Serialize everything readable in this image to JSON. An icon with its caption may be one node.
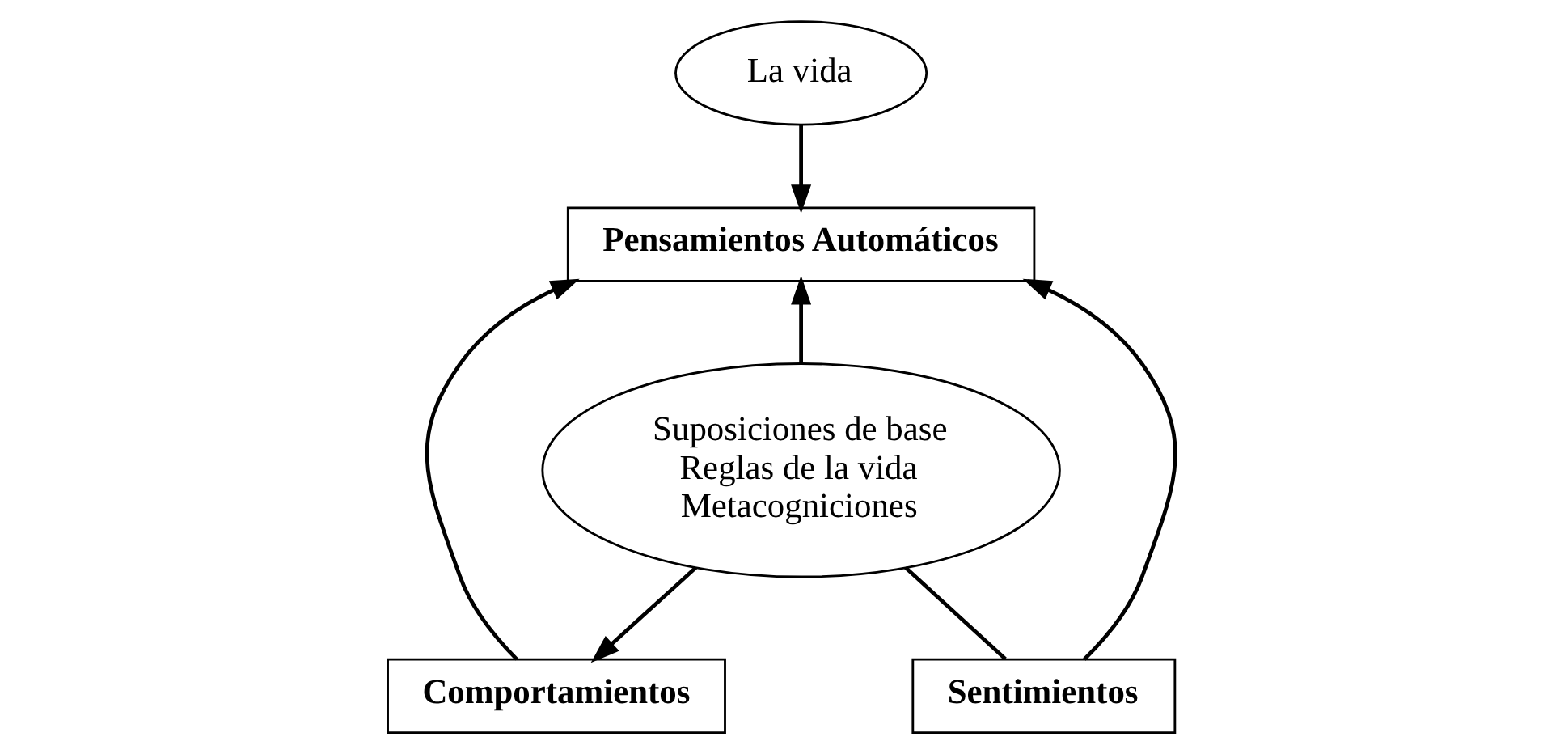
{
  "diagram": {
    "nodes": [
      {
        "text": [
          "La vida"
        ]
      },
      {
        "text": [
          "Pensamientos Automáticos"
        ]
      },
      {
        "text": [
          "Suposiciones de base",
          "Reglas de la vida",
          "Metacogniciones"
        ]
      },
      {
        "text": [
          "Comportamientos"
        ]
      },
      {
        "text": [
          "Sentimientos"
        ]
      }
    ],
    "edges": [
      {
        "from": 0,
        "to": 1,
        "arrow": "to"
      },
      {
        "from": 2,
        "to": 1,
        "arrow": "to"
      },
      {
        "from": 3,
        "to": 1,
        "arrow": "to"
      },
      {
        "from": 4,
        "to": 1,
        "arrow": "to"
      },
      {
        "from": 2,
        "to": 3,
        "arrow": "to"
      },
      {
        "from": 2,
        "to": 4,
        "arrow": "none"
      }
    ]
  }
}
